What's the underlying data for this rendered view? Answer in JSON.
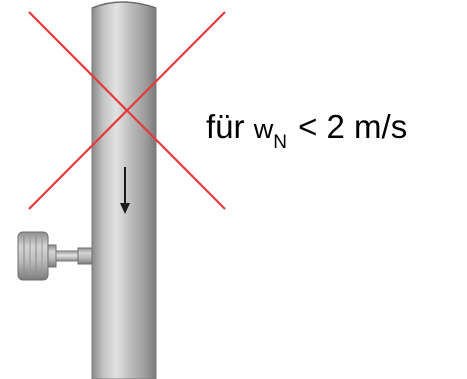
{
  "caption": {
    "prefix": "für ",
    "variable": "w",
    "subscript": "N",
    "condition": " < 2 m/s"
  },
  "colors": {
    "pipe": "#b3b3b3",
    "pipe_highlight": "#d9d9d9",
    "pipe_shadow": "#7e7e7e",
    "cross": "#e8393a",
    "arrow": "#1a1a1a",
    "sensor": "#a6a6a6"
  },
  "icons": {
    "flow_direction": "down-arrow-icon",
    "invalid_marker": "red-cross-icon",
    "sensor": "clamp-on-sensor-icon"
  }
}
